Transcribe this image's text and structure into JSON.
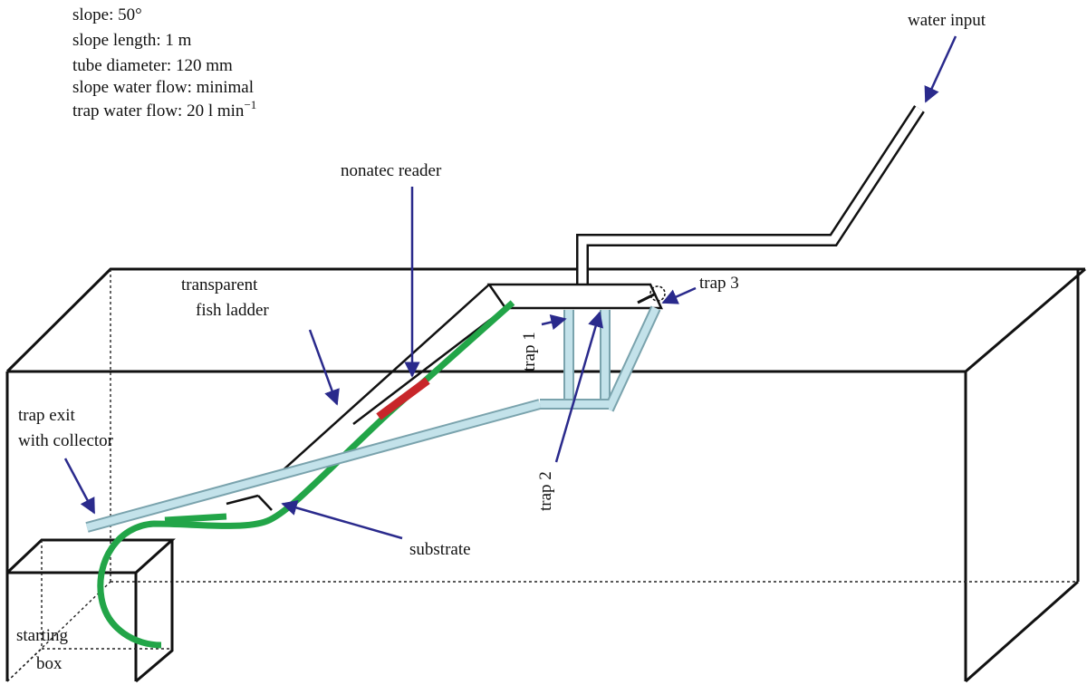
{
  "specs": {
    "slope": "slope: 50°",
    "slope_length": "slope length: 1 m",
    "tube_diameter": "tube diameter: 120 mm",
    "slope_water_flow": "slope water flow: minimal",
    "trap_water_flow_prefix": "trap water flow: 20 l min",
    "trap_water_flow_exponent": "−1"
  },
  "labels": {
    "water_input": "water input",
    "nonatec_reader": "nonatec reader",
    "transparent_line1": "transparent",
    "transparent_line2": "fish ladder",
    "trap_exit_line1": "trap exit",
    "trap_exit_line2": "with collector",
    "trap1": "trap 1",
    "trap2": "trap 2",
    "trap3": "trap 3",
    "substrate": "substrate",
    "starting_line1": "starting",
    "starting_line2": "box"
  },
  "colors": {
    "arrow": "#2a2a8c",
    "substrate": "#22a548",
    "reader": "#c8262a",
    "trap_tube": "#c3e2ea"
  }
}
